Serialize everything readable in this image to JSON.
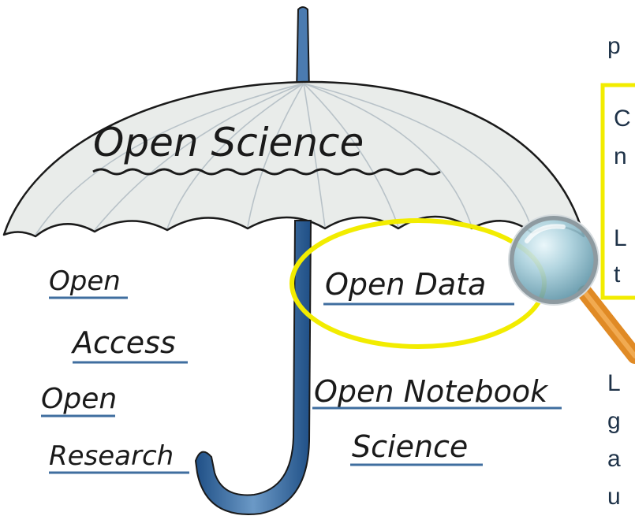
{
  "umbrella": {
    "title": "Open Science",
    "left_labels": [
      "Open",
      "Access",
      "Open",
      "Research"
    ],
    "right_labels": [
      "Open Data",
      "Open Notebook",
      "Science"
    ]
  },
  "right_column": {
    "fragments": [
      "p",
      "C",
      "n",
      "L",
      "t",
      "L",
      "g",
      "a",
      "u"
    ]
  },
  "colors": {
    "highlight": "#f2ec00",
    "canopy": "#e9ecea",
    "ink": "#1a1a1a",
    "handle": "#3f6e9f",
    "magnifier_handle": "#e08a25",
    "magnifier_lens": "#a9d0dc",
    "text": "#1e3248"
  },
  "icons": [
    "umbrella-icon",
    "magnifying-glass-icon"
  ]
}
